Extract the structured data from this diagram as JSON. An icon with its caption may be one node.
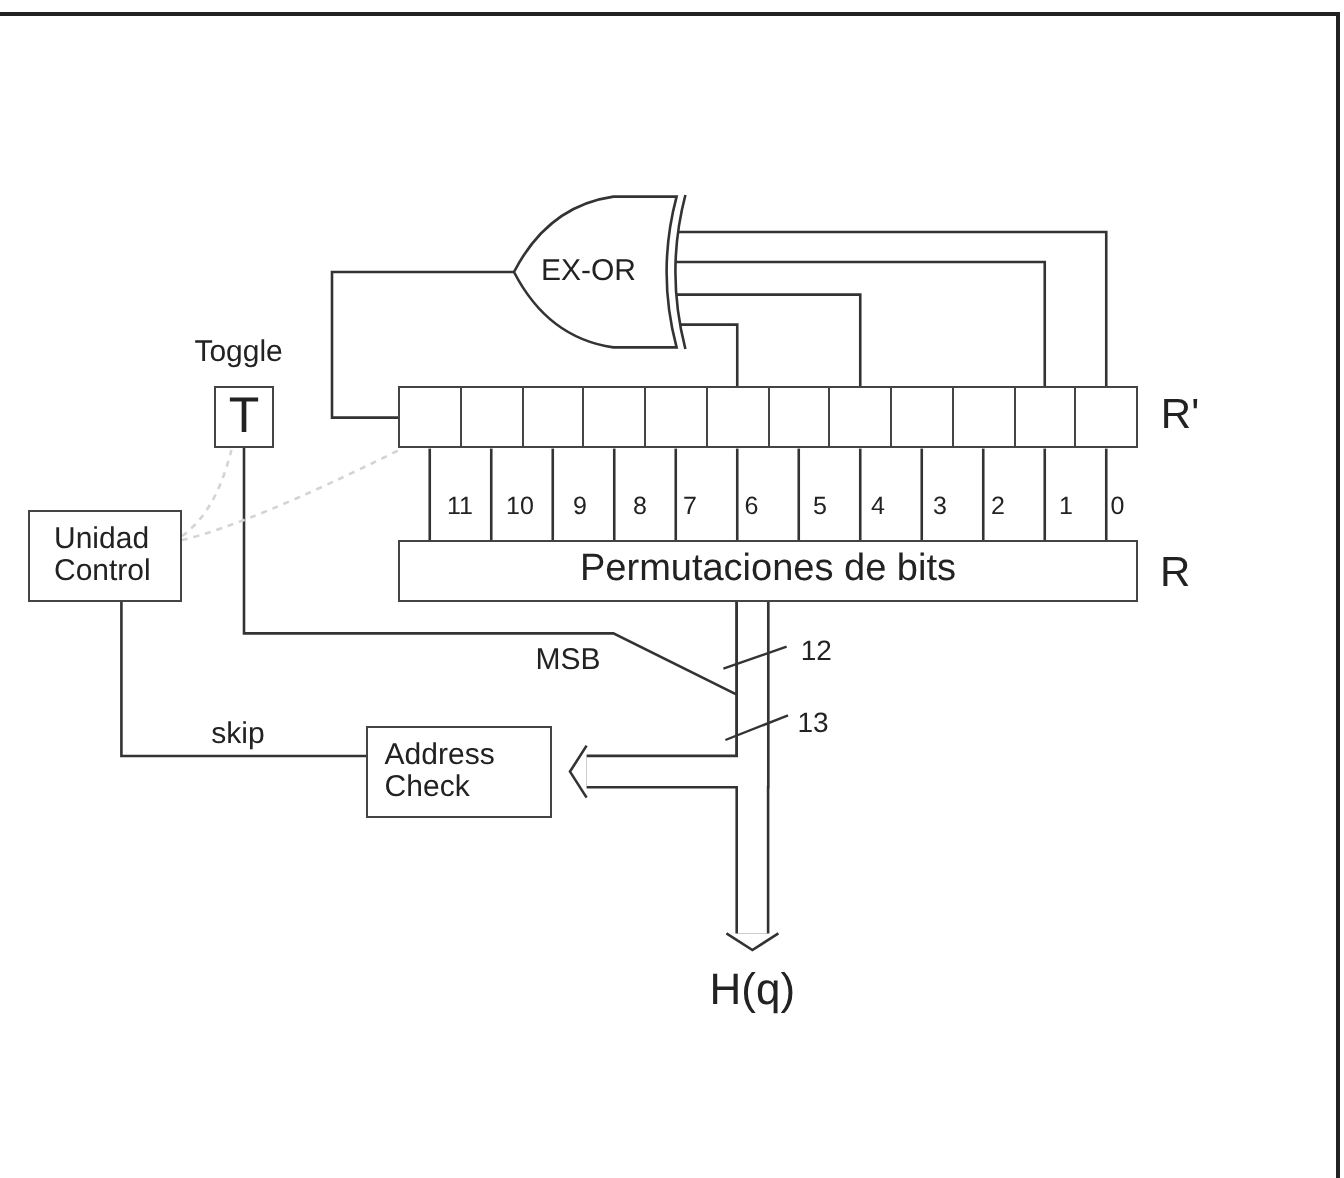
{
  "diagram": {
    "nodes": [
      {
        "text": [
          "EX-OR"
        ]
      },
      {
        "text": [
          "T"
        ],
        "beside": [
          "Toggle"
        ]
      },
      {
        "text": [],
        "shape": "box"
      },
      {
        "text": [],
        "shape": "box"
      },
      {
        "text": [],
        "shape": "box"
      },
      {
        "text": [],
        "shape": "box"
      },
      {
        "text": [],
        "shape": "box"
      },
      {
        "text": [],
        "shape": "box"
      },
      {
        "text": [],
        "shape": "box"
      },
      {
        "text": [],
        "shape": "box"
      },
      {
        "text": [],
        "shape": "box"
      },
      {
        "text": [],
        "shape": "box"
      },
      {
        "text": [],
        "shape": "box"
      },
      {
        "text": [],
        "shape": "box"
      },
      {
        "text": [
          "Unidad Control"
        ]
      },
      {
        "text": [
          "Permutaciones de bits"
        ],
        "beside": [
          "R"
        ]
      },
      {
        "text": [
          "Address Check"
        ]
      },
      {
        "text": [
          "H(q)"
        ]
      }
    ],
    "edges": [
      {
        "from": 0,
        "to": 2,
        "arrow": "none"
      },
      {
        "from": 7,
        "to": 0,
        "arrow": "none"
      },
      {
        "from": 9,
        "to": 0,
        "arrow": "none"
      },
      {
        "from": 12,
        "to": 0,
        "arrow": "none"
      },
      {
        "from": 13,
        "to": 0,
        "arrow": "none"
      },
      {
        "from": 2,
        "to": 15,
        "arrow": "none"
      },
      {
        "from": 3,
        "to": 15,
        "arrow": "none"
      },
      {
        "from": 4,
        "to": 15,
        "arrow": "none"
      },
      {
        "from": 5,
        "to": 15,
        "arrow": "none"
      },
      {
        "from": 6,
        "to": 15,
        "arrow": "none"
      },
      {
        "from": 7,
        "to": 15,
        "arrow": "none"
      },
      {
        "from": 8,
        "to": 15,
        "arrow": "none"
      },
      {
        "from": 9,
        "to": 15,
        "arrow": "none"
      },
      {
        "from": 10,
        "to": 15,
        "arrow": "none"
      },
      {
        "from": 11,
        "to": 15,
        "arrow": "none"
      },
      {
        "from": 12,
        "to": 15,
        "arrow": "none"
      },
      {
        "from": 13,
        "to": 15,
        "arrow": "none"
      },
      {
        "from": 15,
        "to": 17,
        "arrow": "to",
        "style": "thick"
      },
      {
        "from": 15,
        "to": 16,
        "arrow": "to",
        "style": "thick"
      },
      {
        "from": 1,
        "to": 17,
        "arrow": "to",
        "label": "MSB"
      },
      {
        "from": 1,
        "to": 16,
        "arrow": "to"
      },
      {
        "from": 16,
        "to": 14,
        "arrow": "none",
        "label": "skip"
      },
      {
        "from": 14,
        "to": 1,
        "arrow": "none",
        "style": "dashed",
        "color": "#d4d4d4"
      },
      {
        "from": 14,
        "to": 2,
        "arrow": "none",
        "style": "dashed",
        "color": "#d4d4d4"
      }
    ],
    "labels": [
      "R'",
      "11",
      "10",
      "9",
      "8",
      "7",
      "6",
      "5",
      "4",
      "3",
      "2",
      "1",
      "0",
      "12",
      "13"
    ]
  }
}
